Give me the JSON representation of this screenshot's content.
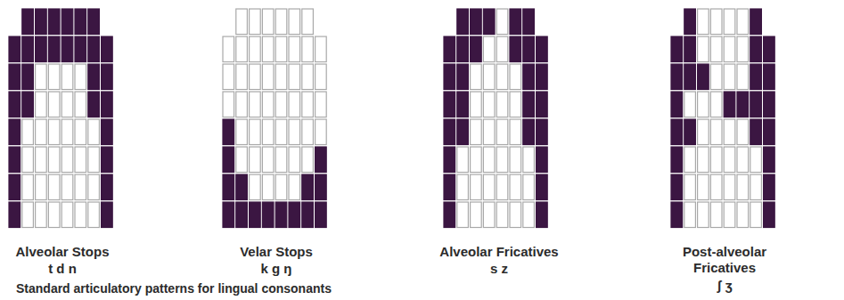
{
  "diagram": {
    "caption": "Standard articulatory patterns for lingual consonants",
    "labels": [
      "Alveolar Stops",
      "t d n",
      "Velar Stops",
      "k g ŋ",
      "Alveolar Fricatives",
      "s z",
      "Post-alveolar Fricatives",
      "ʃ ʒ"
    ]
  }
}
